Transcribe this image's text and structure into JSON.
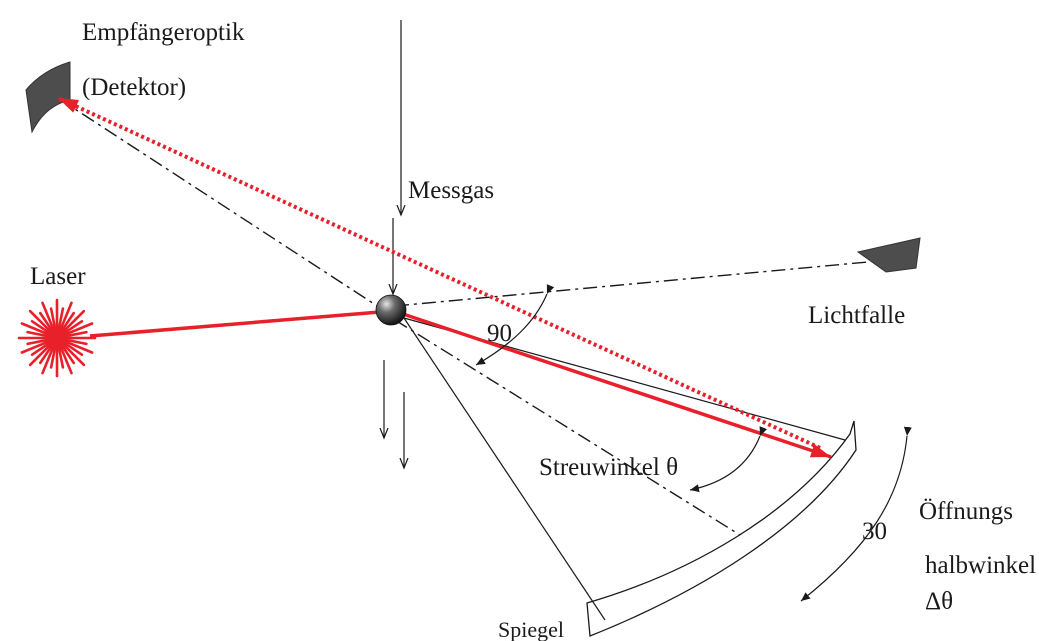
{
  "labels": {
    "receiver_optics": "Empfängeroptik",
    "detector": "(Detektor)",
    "sample_gas": "Messgas",
    "laser": "Laser",
    "light_trap": "Lichtfalle",
    "angle_90": "90",
    "scatter_angle": "Streuwinkel θ",
    "aperture_1": "Öffnungs",
    "aperture_2": "halbwinkel",
    "aperture_3": "Δθ",
    "angle_30": "30",
    "mirror": "Spiegel"
  },
  "colors": {
    "laser_red": "#e8202a",
    "ink": "#1a1a1a",
    "component_gray": "#4d4d4d"
  },
  "icons": {
    "laser": "laser-burst-icon",
    "detector": "detector-optic-icon",
    "light_trap": "light-trap-icon",
    "particle": "particle-sphere-icon",
    "mirror": "concave-mirror-icon"
  }
}
